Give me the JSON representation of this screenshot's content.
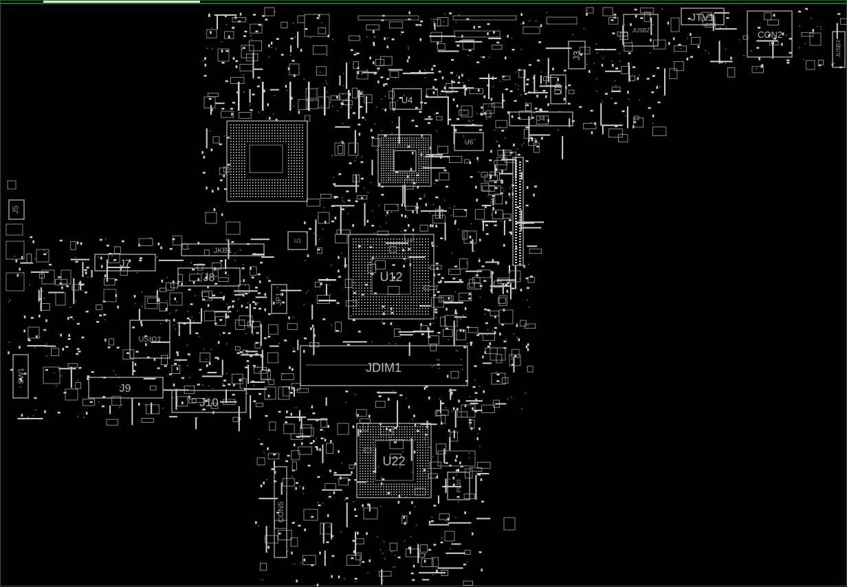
{
  "components": {
    "big": [
      {
        "id": "u12",
        "label": "U12"
      },
      {
        "id": "u22",
        "label": "U22"
      },
      {
        "id": "jdim1",
        "label": "JDIM1"
      }
    ],
    "medium": [
      {
        "id": "u4",
        "label": "U4"
      },
      {
        "id": "j4",
        "label": "J4"
      },
      {
        "id": "j3",
        "label": "J3"
      },
      {
        "id": "u3",
        "label": "U3"
      },
      {
        "id": "jtv1",
        "label": "JTV1"
      },
      {
        "id": "con2",
        "label": "CON2"
      },
      {
        "id": "jusb2",
        "label": "JUSB2"
      },
      {
        "id": "jusb3",
        "label": "JUSB3"
      },
      {
        "id": "jkb1",
        "label": "JKB1"
      },
      {
        "id": "j7",
        "label": "J7"
      },
      {
        "id": "j8",
        "label": "J8"
      },
      {
        "id": "j9",
        "label": "J9"
      },
      {
        "id": "j10",
        "label": "J10"
      },
      {
        "id": "j5",
        "label": "J5"
      },
      {
        "id": "usio1",
        "label": "USIO1"
      },
      {
        "id": "sw1",
        "label": "SW1"
      },
      {
        "id": "jp1",
        "label": "JP1"
      },
      {
        "id": "con5",
        "label": "CON5"
      },
      {
        "id": "pl10",
        "label": "PL10"
      },
      {
        "id": "u6",
        "label": "U6"
      },
      {
        "id": "u1",
        "label": "U1"
      }
    ]
  },
  "palette": {
    "background": "#000000",
    "outline": "#bdbdbd",
    "via": "#2e9e8e",
    "frame": "#1f6f1f",
    "label": "#b8b8b8"
  }
}
